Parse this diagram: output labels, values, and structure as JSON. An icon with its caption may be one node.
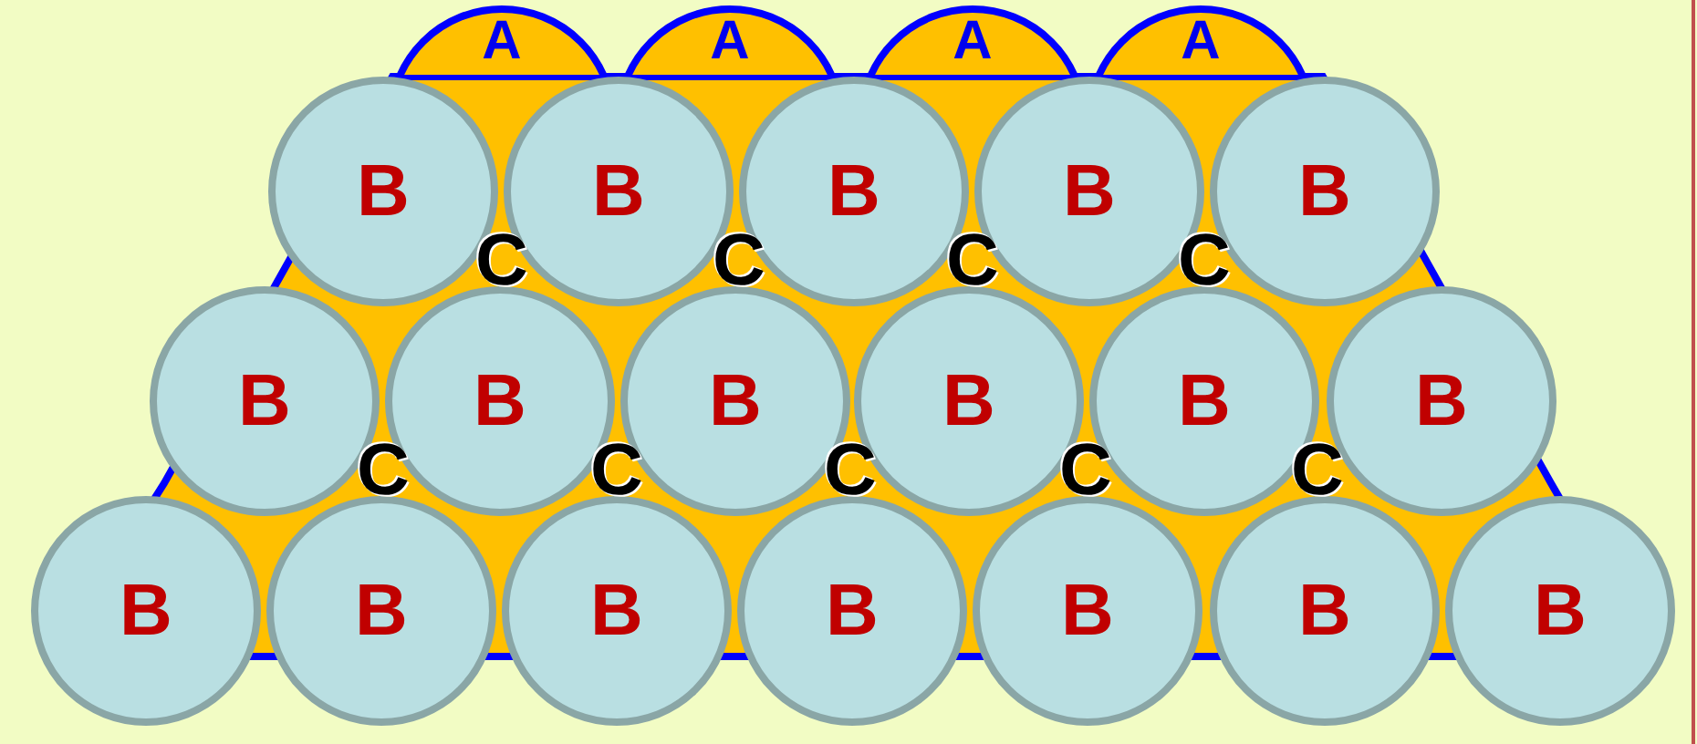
{
  "diagram": {
    "nodes": [
      {
        "text": [
          "A"
        ]
      },
      {
        "text": [
          "A"
        ]
      },
      {
        "text": [
          "A"
        ]
      },
      {
        "text": [
          "A"
        ]
      },
      {
        "text": [
          "B"
        ]
      },
      {
        "text": [
          "B"
        ]
      },
      {
        "text": [
          "B"
        ]
      },
      {
        "text": [
          "B"
        ]
      },
      {
        "text": [
          "B"
        ]
      },
      {
        "text": [
          "B"
        ]
      },
      {
        "text": [
          "B"
        ]
      },
      {
        "text": [
          "B"
        ]
      },
      {
        "text": [
          "B"
        ]
      },
      {
        "text": [
          "B"
        ]
      },
      {
        "text": [
          "B"
        ]
      },
      {
        "text": [
          "B"
        ]
      },
      {
        "text": [
          "B"
        ]
      },
      {
        "text": [
          "B"
        ]
      },
      {
        "text": [
          "B"
        ]
      },
      {
        "text": [
          "B"
        ]
      },
      {
        "text": [
          "B"
        ]
      },
      {
        "text": [
          "B"
        ]
      }
    ],
    "labels": [
      "C",
      "C",
      "C",
      "C",
      "C",
      "C",
      "C",
      "C",
      "C"
    ]
  }
}
